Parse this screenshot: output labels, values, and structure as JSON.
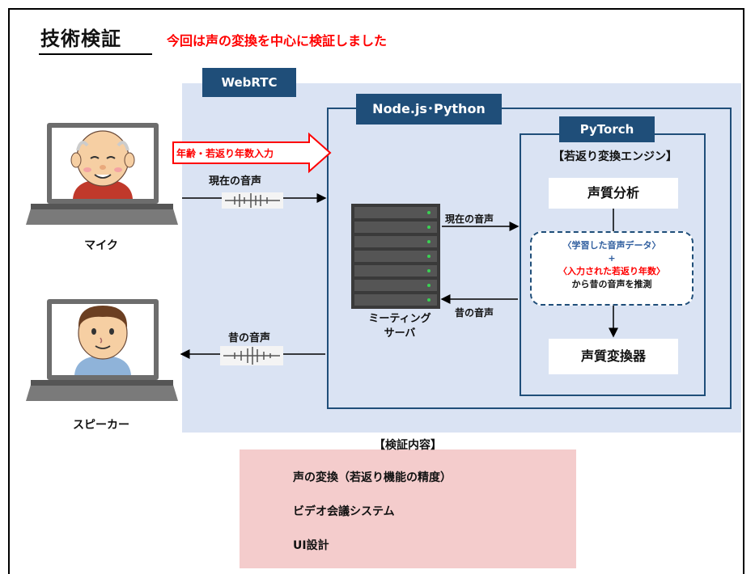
{
  "header": {
    "title": "技術検証",
    "subtitle": "今回は声の変換を中心に検証しました"
  },
  "labels": {
    "webrtc": "WebRTC",
    "node": "Node.js･Python",
    "pytorch": "PyTorch"
  },
  "devices": {
    "mic": "マイク",
    "speaker": "スピーカー"
  },
  "flows": {
    "input_arrow": "年齢・若返り年数入力",
    "current_voice": "現在の音声",
    "old_voice": "昔の音声",
    "current_voice_2": "現在の音声",
    "old_voice_2": "昔の音声"
  },
  "server": {
    "line1": "ミーティング",
    "line2": "サーバ"
  },
  "engine": {
    "title": "【若返り変換エンジン】",
    "analysis": "声質分析",
    "infer_line1": "〈学習した音声データ〉",
    "infer_plus": "+",
    "infer_line2": "〈入力された若返り年数〉",
    "infer_line3": "から昔の音声を推測",
    "converter": "声質変換器"
  },
  "verification": {
    "title": "【検証内容】",
    "items": [
      "声の変換（若返り機能の精度）",
      "ビデオ会議システム",
      "UI設計"
    ]
  },
  "colors": {
    "navy": "#1f4e79",
    "light_blue": "#dae3f3",
    "red": "#ff0000",
    "pink": "#f4cccc"
  }
}
